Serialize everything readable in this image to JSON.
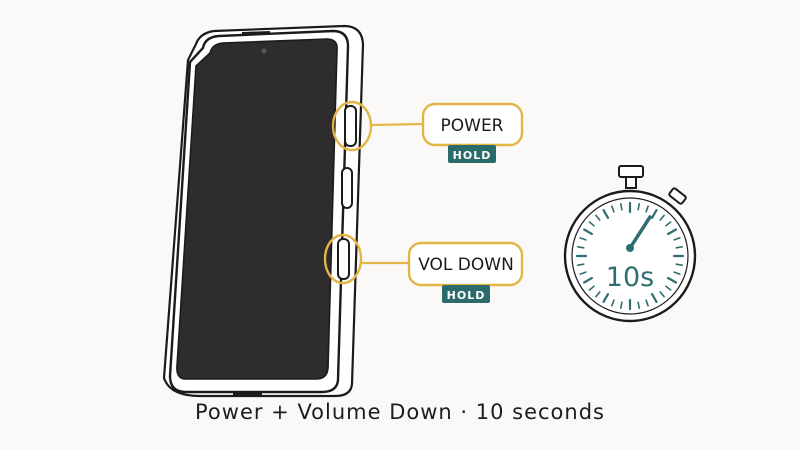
{
  "callouts": {
    "power": {
      "label": "POWER",
      "action": "HOLD"
    },
    "vol_down": {
      "label": "VOL DOWN",
      "action": "HOLD"
    }
  },
  "timer": {
    "value": "10s"
  },
  "caption": "Power + Volume Down · 10 seconds",
  "colors": {
    "accent": "#e2b545",
    "tag": "#2b6b6b",
    "timer": "#2f6f72",
    "screen": "#2e2c2c",
    "outline": "#1b1b1b"
  }
}
